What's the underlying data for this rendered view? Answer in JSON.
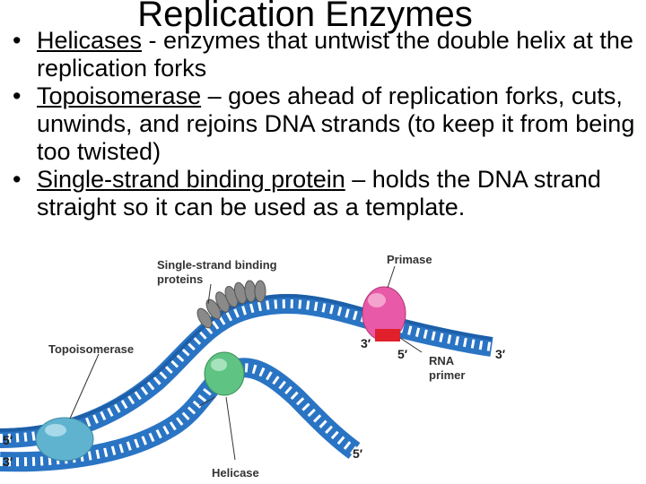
{
  "slide": {
    "title": "Replication Enzymes",
    "bullets": [
      {
        "term": "Helicases",
        "text": " - enzymes that untwist the double helix at the replication forks"
      },
      {
        "term": "Topoisomerase",
        "text": " – goes ahead of replication forks, cuts, unwinds, and rejoins DNA strands (to keep it from being too twisted)"
      },
      {
        "term": "Single-strand binding protein",
        "text": " – holds the DNA strand straight so it can be used as a template."
      }
    ],
    "bullet_glyph": "•"
  },
  "diagram": {
    "labels": {
      "ssb_line1": "Single-strand binding",
      "ssb_line2": "proteins",
      "primase": "Primase",
      "topoisomerase": "Topoisomerase",
      "rna_primer_line1": "RNA",
      "rna_primer_line2": "primer",
      "helicase": "Helicase"
    },
    "strand_ends": {
      "left_top": "5′",
      "left_bottom": "3′",
      "primer_3": "3′",
      "primer_5": "5′",
      "right_upper": "3′",
      "right_lower": "5′"
    },
    "colors": {
      "dna": "#2a74c4",
      "dna_rung": "#ffffff",
      "ssb": "#8a8a8a",
      "primase": "#e85aa8",
      "primer": "#e0202a",
      "topoisomerase": "#5fb3cf",
      "helicase": "#5fc383"
    }
  }
}
